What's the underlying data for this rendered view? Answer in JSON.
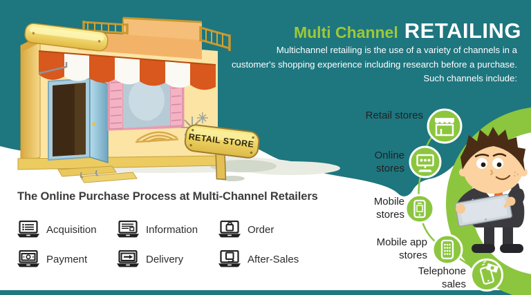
{
  "colors": {
    "teal_background": "#1e767f",
    "accent_green": "#8cc63f",
    "title_green": "#9fc838",
    "awning_red": "#d8581d",
    "sign_yellow": "#f2d964",
    "dark_text": "#2c2c2c"
  },
  "header": {
    "title_accent": "Multi Channel",
    "title_main": "RETAILING",
    "description_lines": [
      "Multichannel retailing is the use of a variety of channels in a",
      "customer's shopping experience including research before a purchase.",
      "Such channels include:"
    ]
  },
  "store": {
    "sign_text": "RETAIL STORE"
  },
  "channels": {
    "items": [
      {
        "label": "Retail stores",
        "icon": "storefront-icon"
      },
      {
        "label": "Online stores",
        "icon": "desktop-monitor-icon"
      },
      {
        "label": "Mobile stores",
        "icon": "smartphone-icon"
      },
      {
        "label": "Mobile app stores",
        "icon": "app-grid-phone-icon"
      },
      {
        "label": "Telephone sales",
        "icon": "phone-money-icon"
      }
    ]
  },
  "process": {
    "heading": "The Online Purchase Process at Multi-Channel Retailers",
    "steps": [
      {
        "label": "Acquisition",
        "icon": "list-laptop-icon"
      },
      {
        "label": "Information",
        "icon": "form-laptop-icon"
      },
      {
        "label": "Order",
        "icon": "package-laptop-icon"
      },
      {
        "label": "Payment",
        "icon": "money-laptop-icon"
      },
      {
        "label": "Delivery",
        "icon": "arrow-box-laptop-icon"
      },
      {
        "label": "After-Sales",
        "icon": "return-doc-laptop-icon"
      }
    ]
  }
}
